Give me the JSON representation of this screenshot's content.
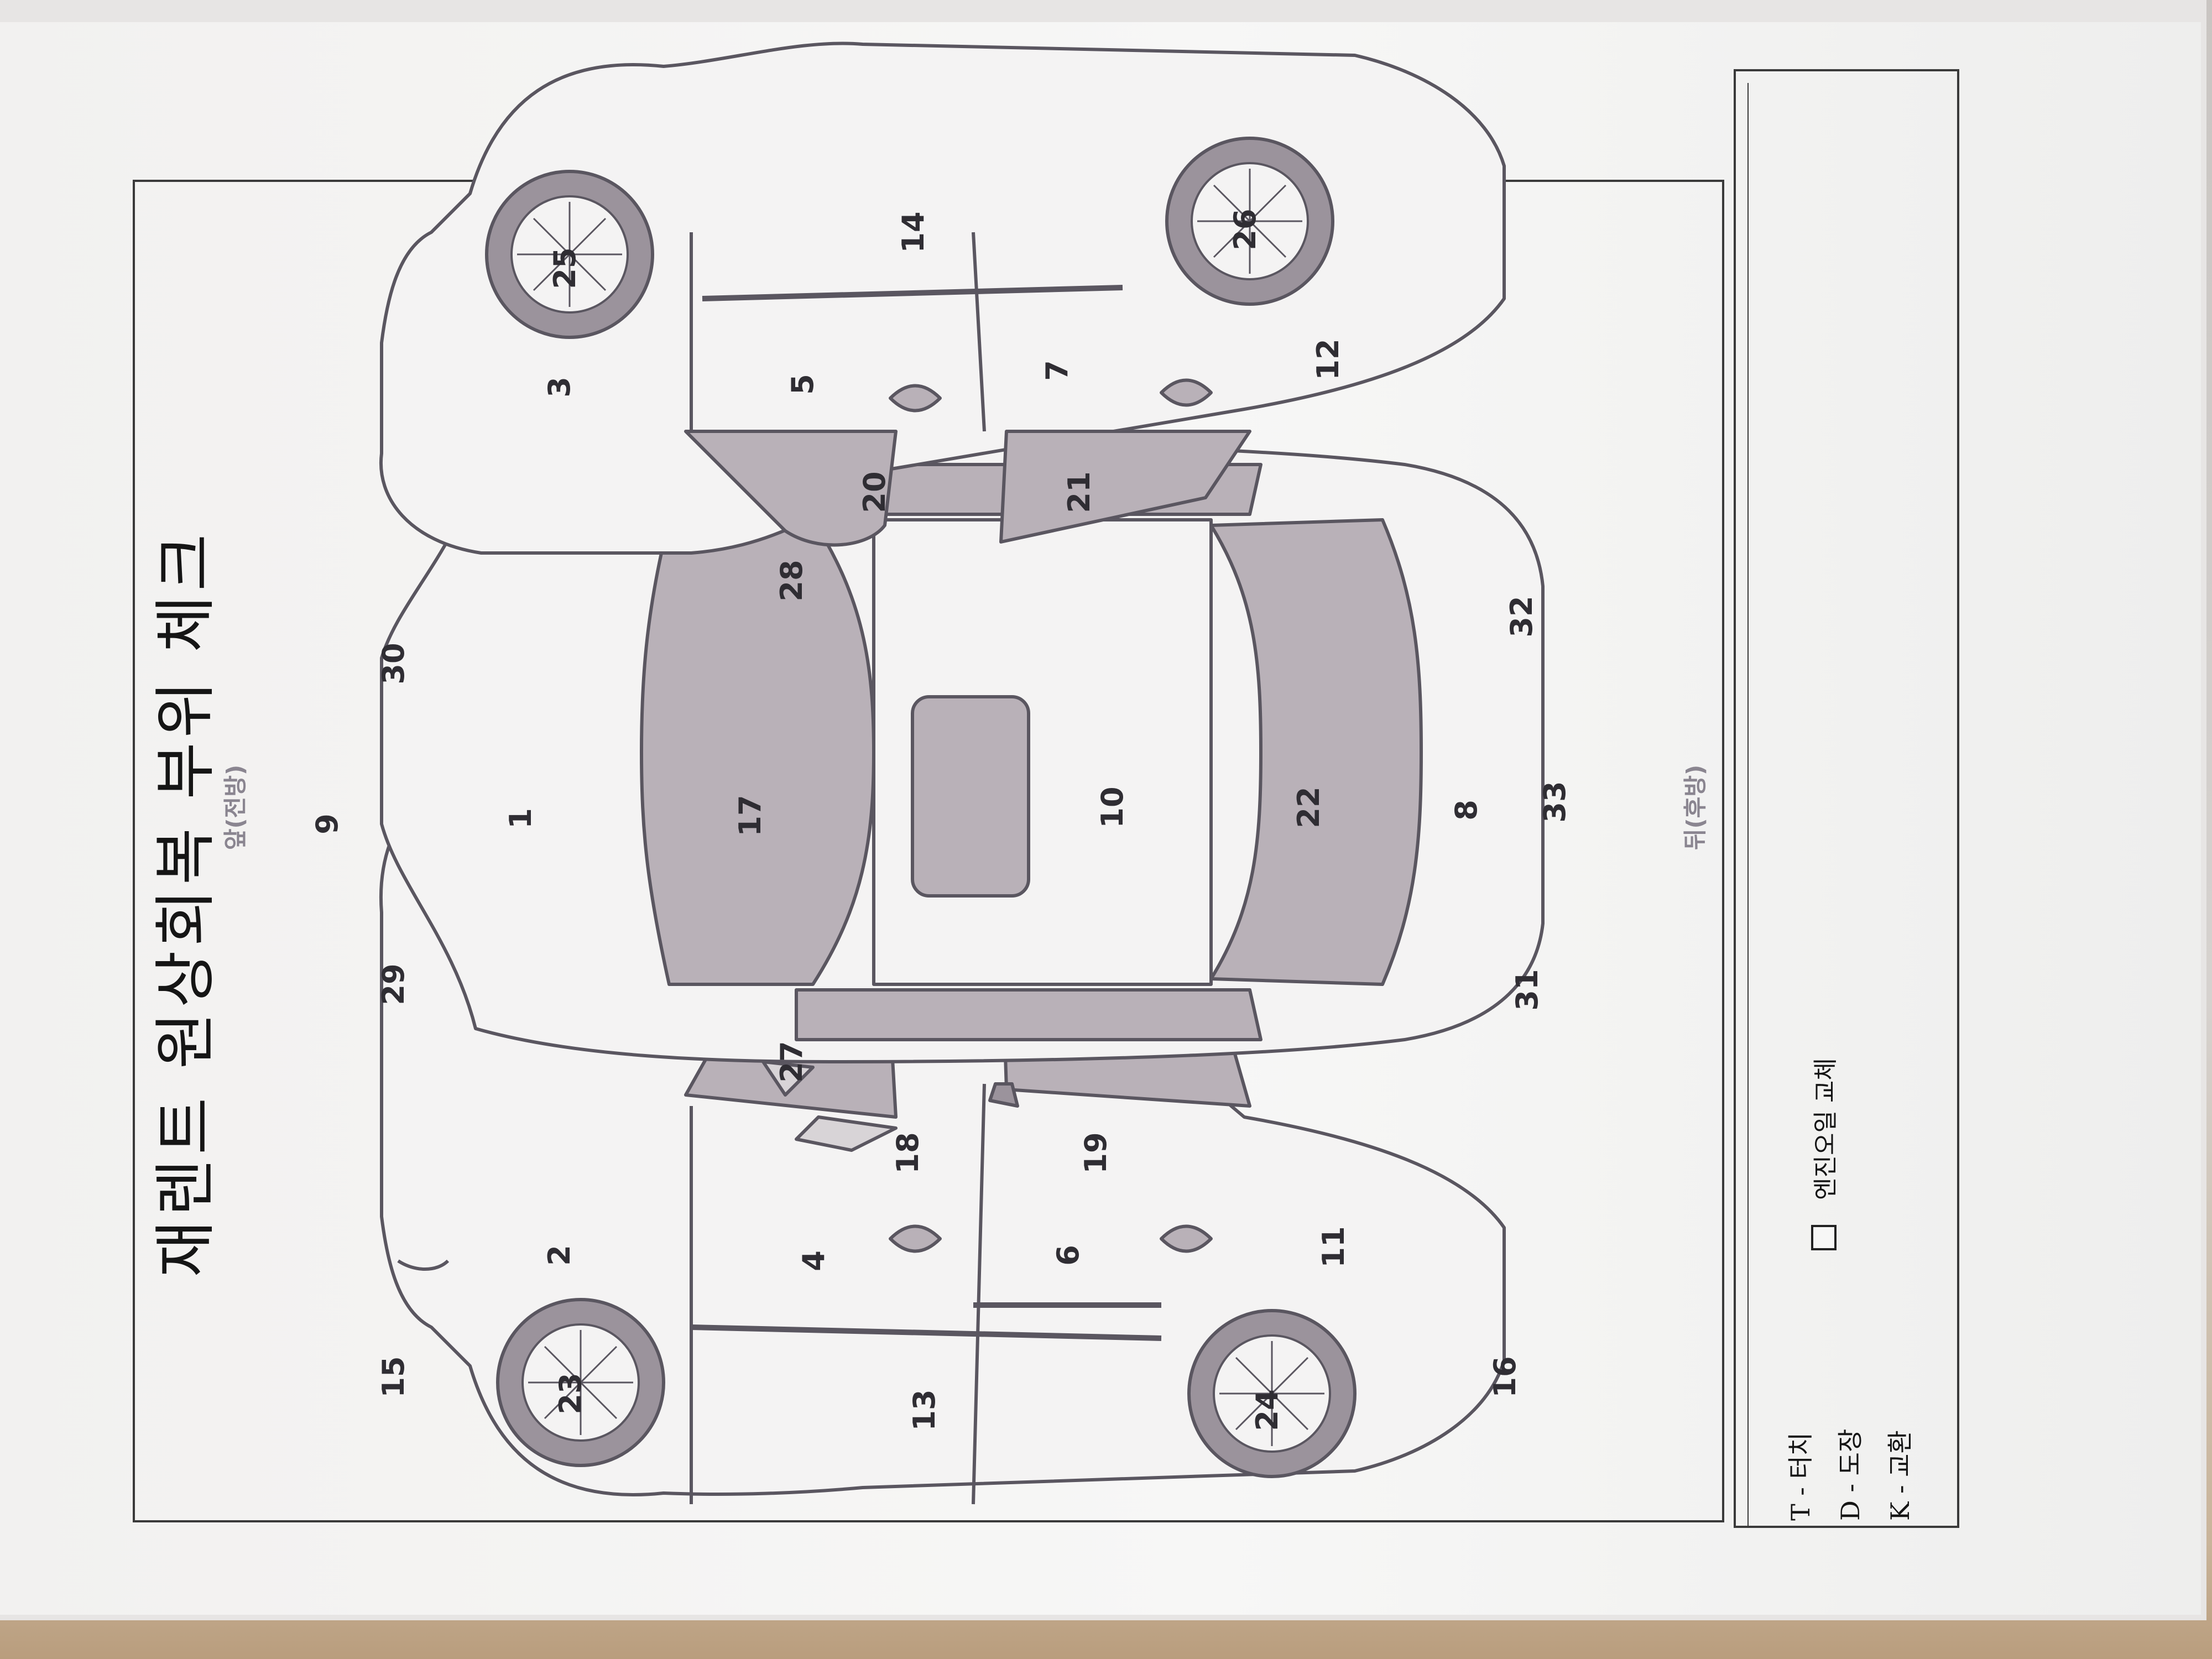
{
  "document": {
    "title": "재렌트 원상회복 부위 체크",
    "front_label": "앞(전방)",
    "rear_label": "뒤(후방)"
  },
  "legend": {
    "items": [
      {
        "code": "T",
        "text": "T - 터치"
      },
      {
        "code": "D",
        "text": "D - 도장"
      },
      {
        "code": "K",
        "text": "K - 교환"
      }
    ],
    "checkbox_label": "엔진오일 교체",
    "checkbox_checked": false
  },
  "part_numbers": [
    "1",
    "2",
    "3",
    "4",
    "5",
    "6",
    "7",
    "8",
    "9",
    "10",
    "11",
    "12",
    "13",
    "14",
    "15",
    "16",
    "17",
    "18",
    "19",
    "20",
    "21",
    "22",
    "23",
    "24",
    "25",
    "26",
    "27",
    "28",
    "29",
    "30",
    "31",
    "32",
    "33"
  ],
  "colors": {
    "panel_fill": "#f4f3f3",
    "glass_fill": "#b9b1b8",
    "outline": "#5a5660",
    "tire_fill": "#9b939c"
  }
}
